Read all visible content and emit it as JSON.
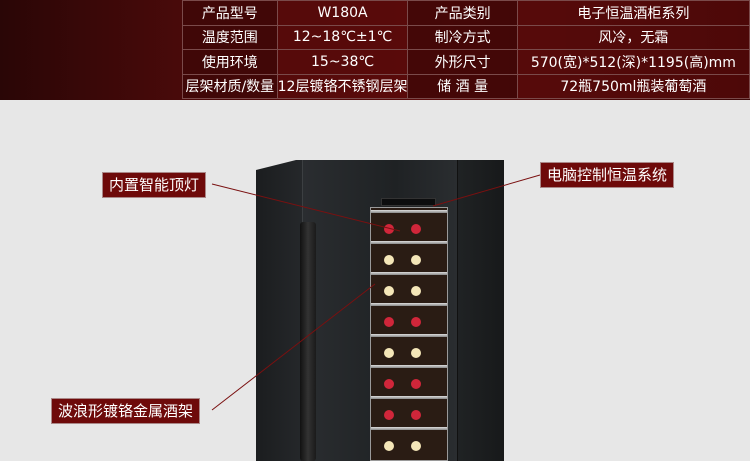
{
  "spec_table": [
    [
      "产品型号",
      "W180A",
      "产品类别",
      "电子恒温酒柜系列"
    ],
    [
      "温度范围",
      "12~18℃±1℃",
      "制冷方式",
      "风冷，无霜"
    ],
    [
      "使用环境",
      "15~38℃",
      "外形尺寸",
      "570(宽)*512(深)*1195(高)mm"
    ],
    [
      "层架材质/数量",
      "12层镀铬不锈钢层架",
      "储 酒 量",
      "72瓶750ml瓶装葡萄酒"
    ]
  ],
  "callouts": {
    "top_light": "内置智能顶灯",
    "control": "电脑控制恒温系统",
    "rack": "波浪形镀铬金属酒架"
  },
  "colors": {
    "accent": "#6e0a0a",
    "bottle_red": "#d0263a",
    "bottle_white": "#f4e6b8"
  },
  "bottle_rows": [
    "red",
    "white",
    "white",
    "red",
    "white",
    "red",
    "red",
    "white"
  ]
}
